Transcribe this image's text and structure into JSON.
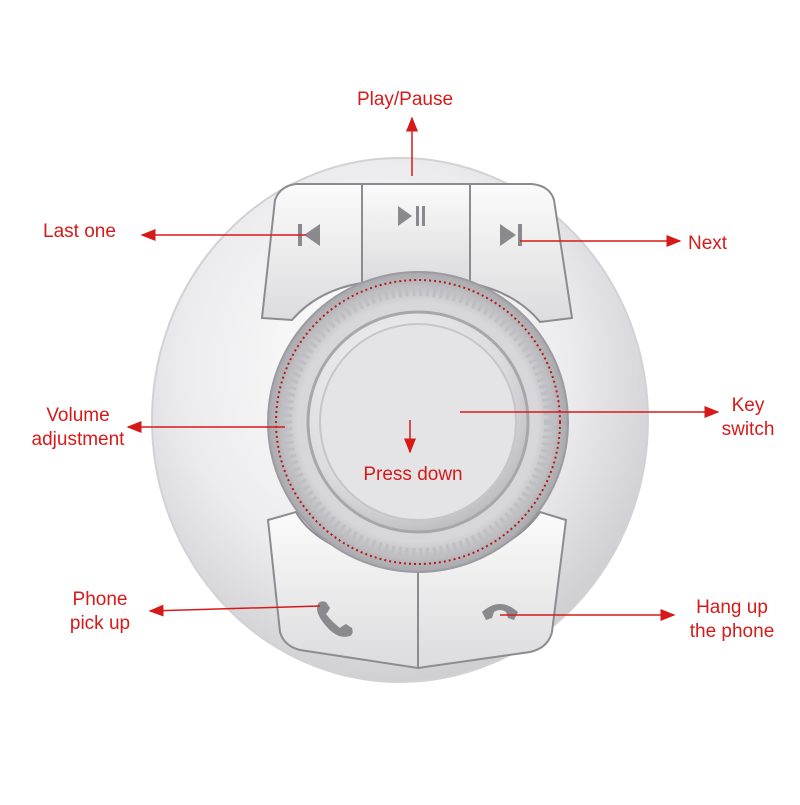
{
  "labels": {
    "play_pause": "Play/Pause",
    "last_one": "Last one",
    "next": "Next",
    "volume_line1": "Volume",
    "volume_line2": "adjustment",
    "key_line1": "Key",
    "key_line2": "switch",
    "press_down": "Press down",
    "phone_line1": "Phone",
    "phone_line2": "pick up",
    "hang_line1": "Hang up",
    "hang_line2": "the phone"
  },
  "colors": {
    "label": "#d61a1a",
    "body": "#e6e6e8",
    "button": "#eeeeef",
    "accent_ring": "#b81818"
  },
  "icons": {
    "last": "skip-previous-icon",
    "play_pause": "play-pause-icon",
    "next": "skip-next-icon",
    "pick_up": "phone-pickup-icon",
    "hang_up": "phone-hangup-icon"
  }
}
